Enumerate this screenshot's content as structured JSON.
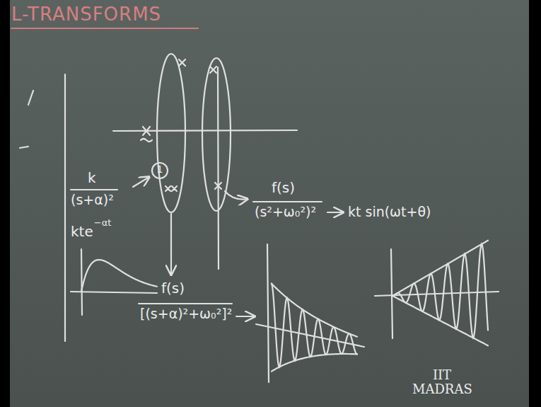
{
  "diagram": {
    "title": "L-TRANSFORMS",
    "labels": [
      "1",
      "k",
      "(s+α)²",
      "kte",
      "−αt",
      "f(s)",
      "(s²+ω₀²)²",
      "kt sin(ωt+θ)",
      "f(s)",
      "[(s+α)²+ω₀²]²",
      "IIT MADRAS"
    ]
  }
}
